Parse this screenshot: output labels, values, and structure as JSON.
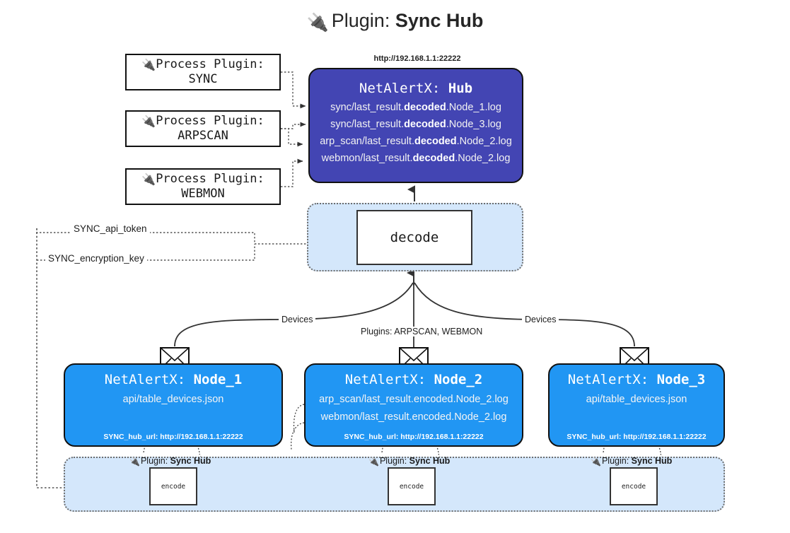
{
  "title": {
    "icon": "plug-icon",
    "prefix": "Plugin: ",
    "name": "Sync Hub"
  },
  "process_plugins": [
    {
      "icon": "plug-icon",
      "line1": "Process Plugin:",
      "line2": "SYNC"
    },
    {
      "icon": "plug-icon",
      "line1": "Process Plugin:",
      "line2": "ARPSCAN"
    },
    {
      "icon": "plug-icon",
      "line1": "Process Plugin:",
      "line2": "WEBMON"
    }
  ],
  "hub": {
    "url": "http://192.168.1.1:22222",
    "app": "NetAlertX: ",
    "name": "Hub",
    "logs": [
      {
        "pre": "sync/last_result.",
        "mid": "decoded",
        "post": ".Node_1.log"
      },
      {
        "pre": "sync/last_result.",
        "mid": "decoded",
        "post": ".Node_3.log"
      },
      {
        "pre": "arp_scan/last_result.",
        "mid": "decoded",
        "post": ".Node_2.log"
      },
      {
        "pre": "webmon/last_result.",
        "mid": "decoded",
        "post": ".Node_2.log"
      }
    ]
  },
  "decode": {
    "label": "decode"
  },
  "tokens": [
    {
      "label": "SYNC_api_token"
    },
    {
      "label": "SYNC_encryption_key"
    }
  ],
  "edge_labels": {
    "devices_left": "Devices",
    "plugins_center": "Plugins: ARPSCAN, WEBMON",
    "devices_right": "Devices"
  },
  "nodes": [
    {
      "app": "NetAlertX: ",
      "name": "Node_1",
      "lines": [
        "api/table_devices.json"
      ],
      "hub_url": "SYNC_hub_url: http://192.168.1.1:22222"
    },
    {
      "app": "NetAlertX: ",
      "name": "Node_2",
      "lines": [
        "arp_scan/last_result.encoded.Node_2.log",
        "webmon/last_result.encoded.Node_2.log"
      ],
      "hub_url": "SYNC_hub_url: http://192.168.1.1:22222"
    },
    {
      "app": "NetAlertX: ",
      "name": "Node_3",
      "lines": [
        "api/table_devices.json"
      ],
      "hub_url": "SYNC_hub_url: http://192.168.1.1:22222"
    }
  ],
  "encoders": [
    {
      "icon": "plug-icon",
      "prefix": "Plugin: ",
      "name": "Sync Hub",
      "box_label": "encode"
    },
    {
      "icon": "plug-icon",
      "prefix": "Plugin: ",
      "name": "Sync Hub",
      "box_label": "encode"
    },
    {
      "icon": "plug-icon",
      "prefix": "Plugin: ",
      "name": "Sync Hub",
      "box_label": "encode"
    }
  ],
  "colors": {
    "hub_fill": "#4345b3",
    "node_fill": "#2196f3",
    "region_fill": "#d4e7fb",
    "stroke": "#111111",
    "dotted": "#6d6d6d",
    "background": "#ffffff"
  }
}
